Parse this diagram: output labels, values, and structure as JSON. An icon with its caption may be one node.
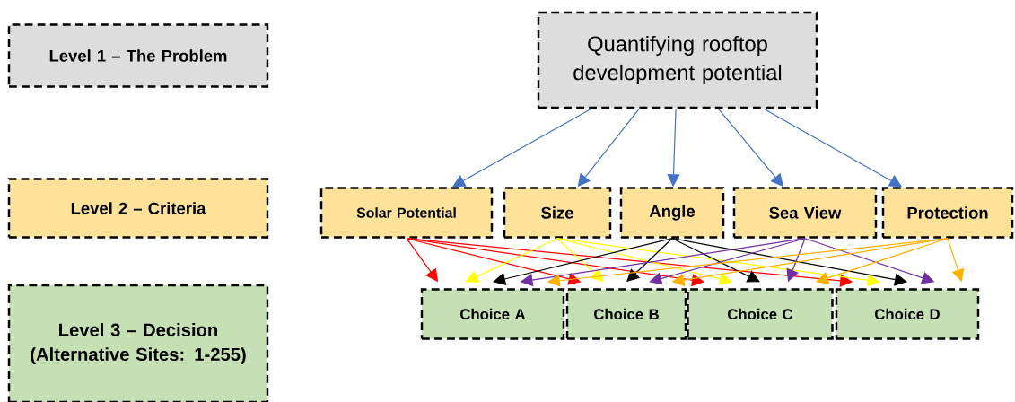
{
  "diagram": {
    "nodes": [
      {
        "text": [
          "Level 1 – The Problem"
        ]
      },
      {
        "text": [
          "Level 2 – Criteria"
        ]
      },
      {
        "text": [
          "Level 3 – Decision (Alternative Sites: 1-255)"
        ]
      },
      {
        "text": [
          "Quantifying rooftop development potential"
        ]
      },
      {
        "text": [
          "Solar Potential"
        ]
      },
      {
        "text": [
          "Size"
        ]
      },
      {
        "text": [
          "Angle"
        ]
      },
      {
        "text": [
          "Sea View"
        ]
      },
      {
        "text": [
          "Protection"
        ]
      },
      {
        "text": [
          "Choice A"
        ]
      },
      {
        "text": [
          "Choice B"
        ]
      },
      {
        "text": [
          "Choice C"
        ]
      },
      {
        "text": [
          "Choice D"
        ]
      }
    ],
    "edges": [
      {
        "from": 3,
        "to": 4,
        "arrow": "to",
        "color": "#4472c4"
      },
      {
        "from": 3,
        "to": 5,
        "arrow": "to",
        "color": "#4472c4"
      },
      {
        "from": 3,
        "to": 6,
        "arrow": "to",
        "color": "#4472c4"
      },
      {
        "from": 3,
        "to": 7,
        "arrow": "to",
        "color": "#4472c4"
      },
      {
        "from": 3,
        "to": 8,
        "arrow": "to",
        "color": "#4472c4"
      },
      {
        "from": 4,
        "to": 9,
        "arrow": "to",
        "color": "#ff0000"
      },
      {
        "from": 4,
        "to": 10,
        "arrow": "to",
        "color": "#ff0000"
      },
      {
        "from": 4,
        "to": 11,
        "arrow": "to",
        "color": "#ff0000"
      },
      {
        "from": 4,
        "to": 12,
        "arrow": "to",
        "color": "#ff0000"
      },
      {
        "from": 5,
        "to": 9,
        "arrow": "to",
        "color": "#ffff00"
      },
      {
        "from": 5,
        "to": 10,
        "arrow": "to",
        "color": "#ffff00"
      },
      {
        "from": 5,
        "to": 11,
        "arrow": "to",
        "color": "#ffff00"
      },
      {
        "from": 5,
        "to": 12,
        "arrow": "to",
        "color": "#ffff00"
      },
      {
        "from": 6,
        "to": 9,
        "arrow": "to",
        "color": "#000000"
      },
      {
        "from": 6,
        "to": 10,
        "arrow": "to",
        "color": "#000000"
      },
      {
        "from": 6,
        "to": 11,
        "arrow": "to",
        "color": "#000000"
      },
      {
        "from": 6,
        "to": 12,
        "arrow": "to",
        "color": "#000000"
      },
      {
        "from": 7,
        "to": 9,
        "arrow": "to",
        "color": "#7030a0"
      },
      {
        "from": 7,
        "to": 10,
        "arrow": "to",
        "color": "#7030a0"
      },
      {
        "from": 7,
        "to": 11,
        "arrow": "to",
        "color": "#7030a0"
      },
      {
        "from": 7,
        "to": 12,
        "arrow": "to",
        "color": "#7030a0"
      },
      {
        "from": 8,
        "to": 9,
        "arrow": "to",
        "color": "#ffb000"
      },
      {
        "from": 8,
        "to": 10,
        "arrow": "to",
        "color": "#ffb000"
      },
      {
        "from": 8,
        "to": 11,
        "arrow": "to",
        "color": "#ffb000"
      },
      {
        "from": 8,
        "to": 12,
        "arrow": "to",
        "color": "#ffb000"
      }
    ]
  }
}
